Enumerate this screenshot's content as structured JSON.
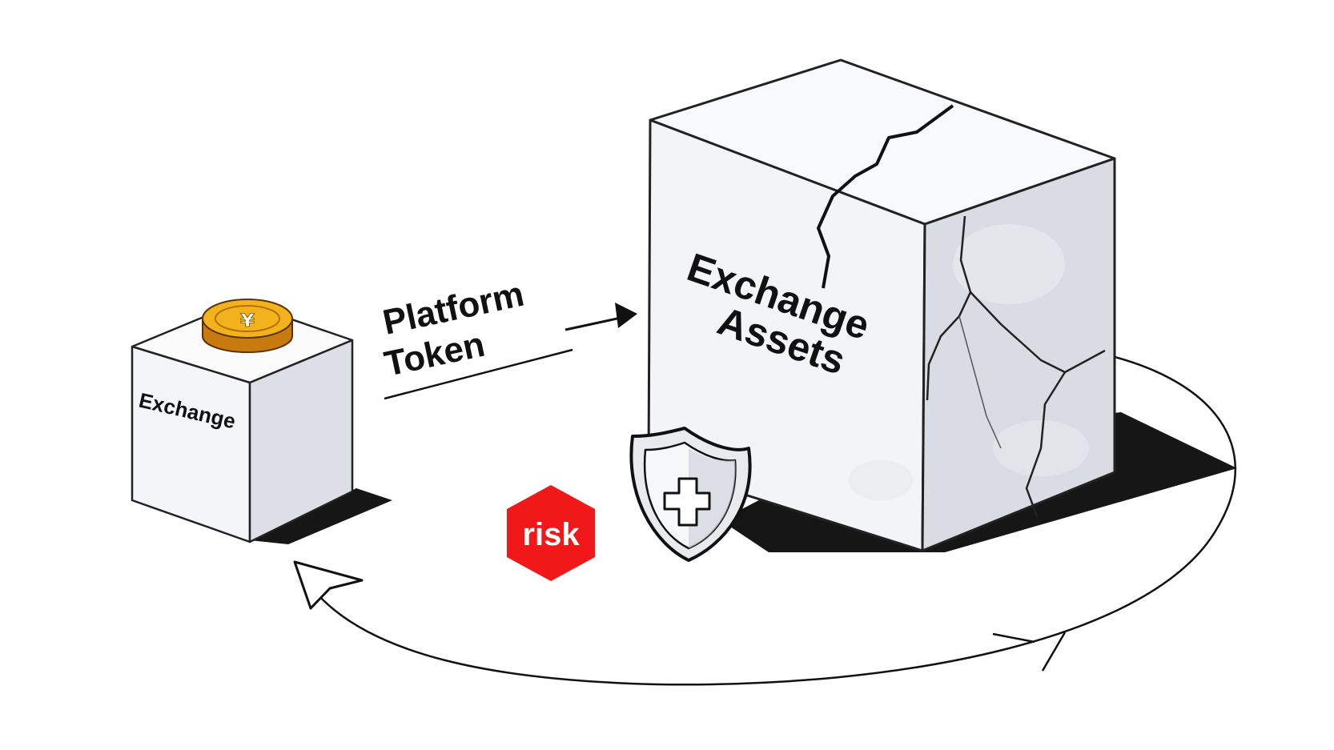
{
  "diagram": {
    "small_block": {
      "label": "Exchange"
    },
    "big_block": {
      "label_line1": "Exchange",
      "label_line2": "Assets"
    },
    "flow_label": {
      "line1": "Platform",
      "line2": "Token"
    },
    "risk_badge": {
      "label": "risk"
    },
    "coin": {
      "symbol": "¥"
    }
  },
  "colors": {
    "ink": "#111111",
    "coin_gold": "#f2b21b",
    "coin_edge": "#c97a0e",
    "risk_red": "#f01818",
    "block_face": "#f4f5f8",
    "block_side": "#d9dce3",
    "shadow": "#161616"
  }
}
